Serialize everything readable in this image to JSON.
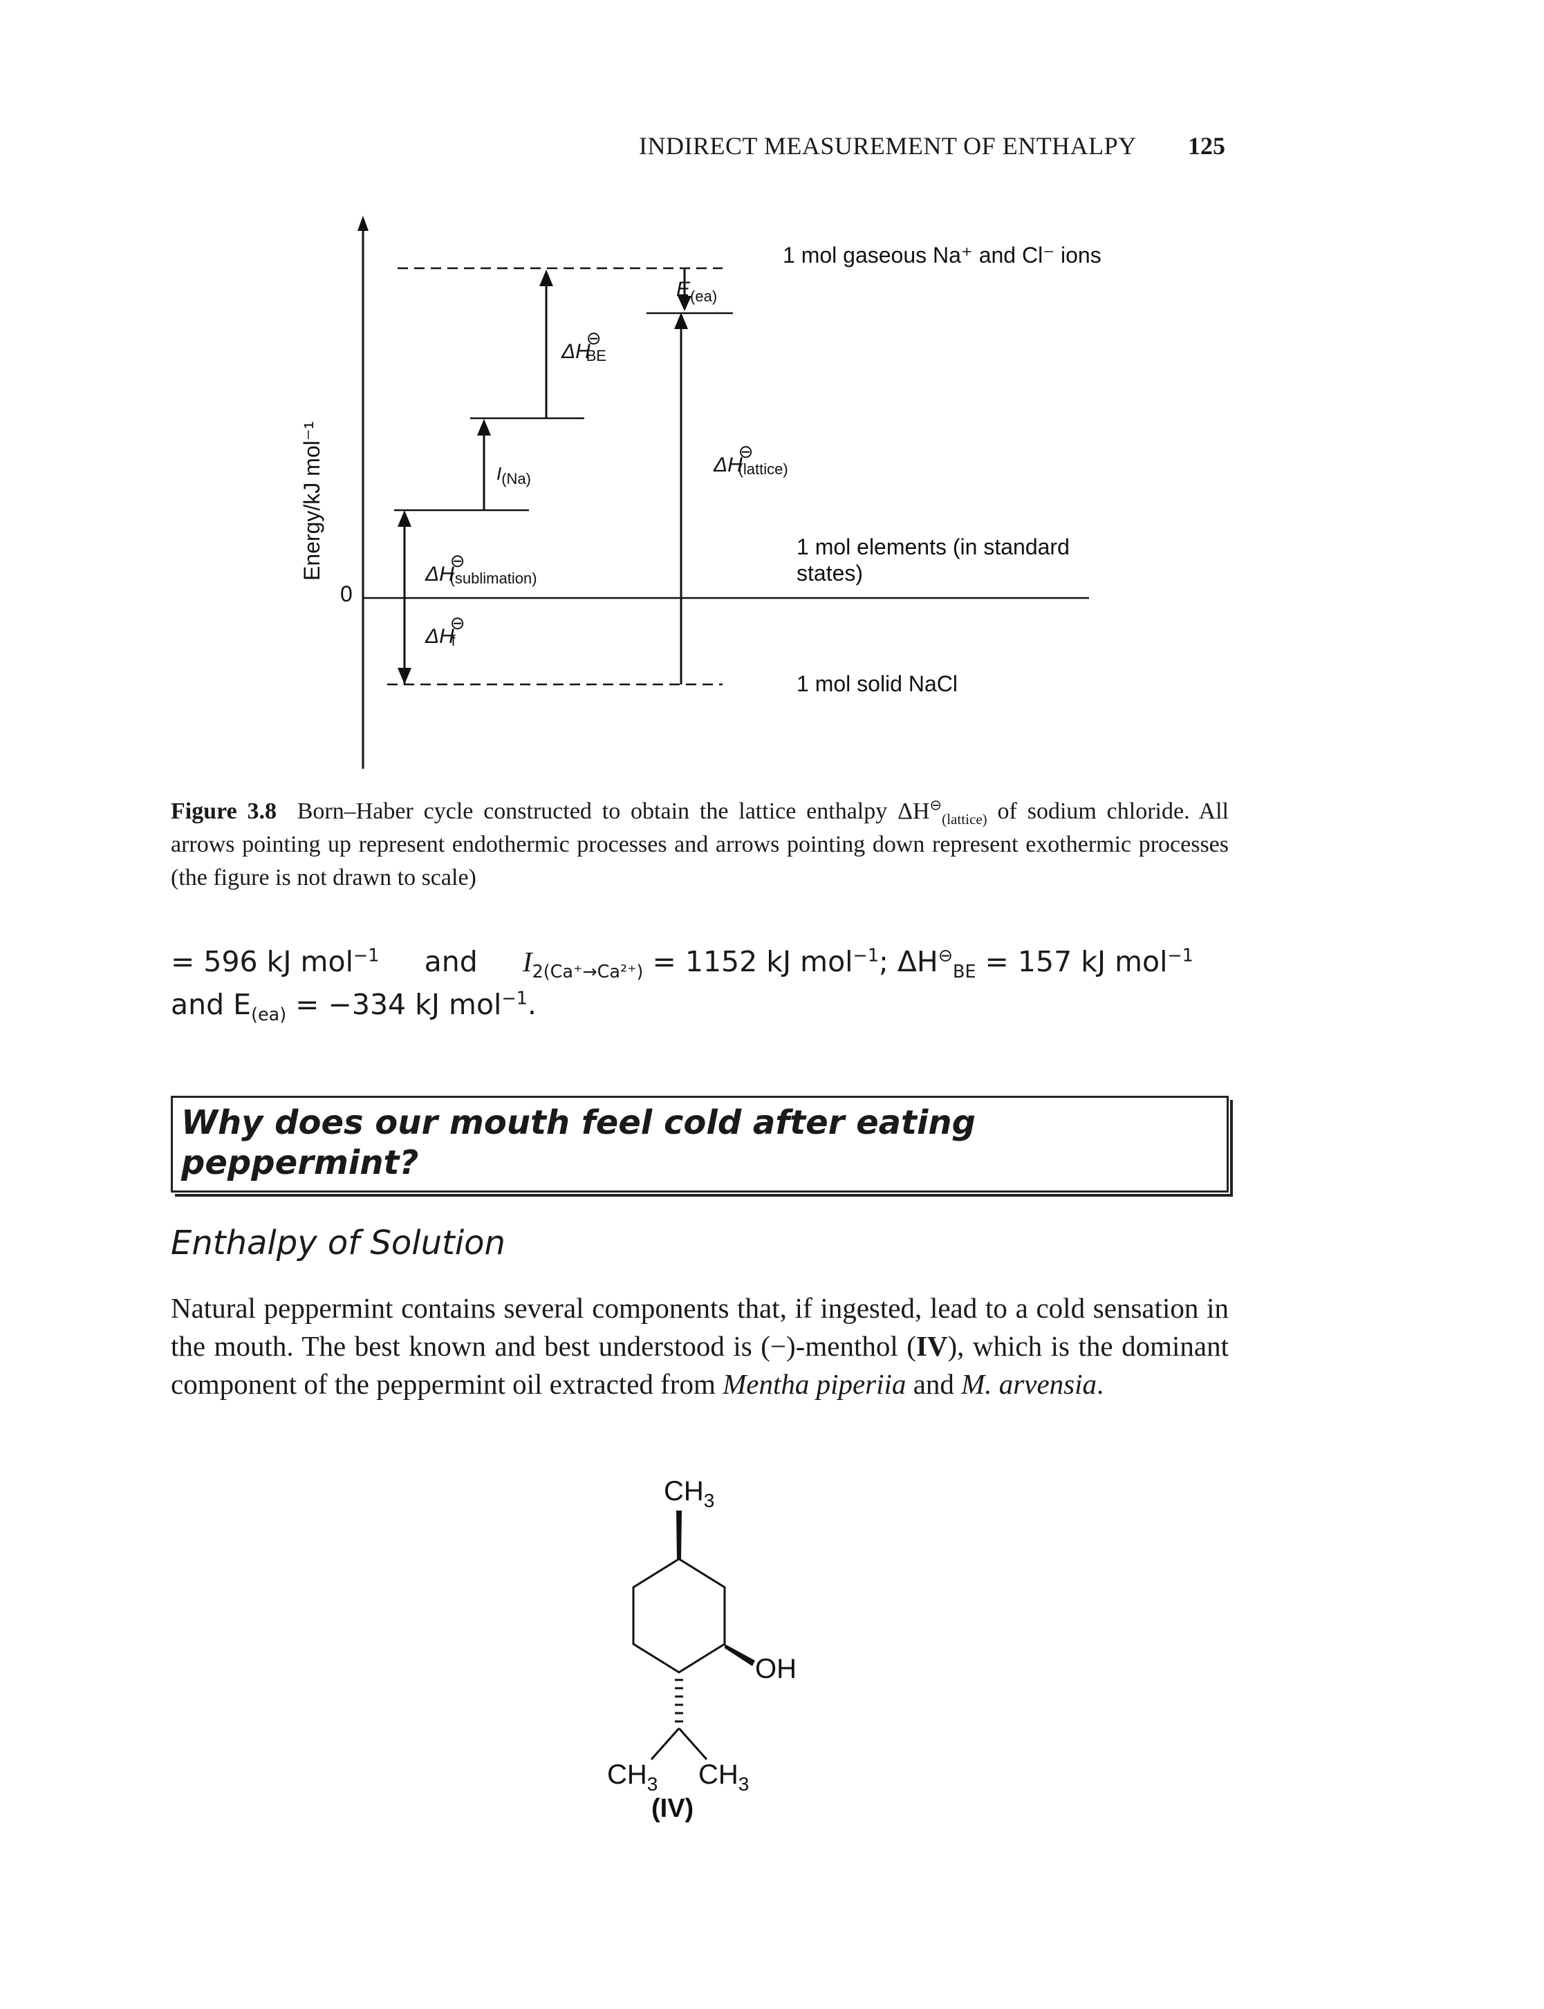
{
  "header": {
    "running_head": "INDIRECT MEASUREMENT OF ENTHALPY",
    "page_number": "125"
  },
  "figure": {
    "y_axis_label": "Energy/kJ mol⁻¹",
    "zero_label": "0",
    "levels": {
      "gaseous_ions": "1 mol gaseous Na⁺ and Cl⁻ ions",
      "elements_line1": "1 mol elements (in standard",
      "elements_line2": "states)",
      "solid": "1 mol solid NaCl"
    },
    "arrows": {
      "e_ea": {
        "main": "E",
        "sub": "(ea)"
      },
      "dh_be": {
        "main": "ΔH",
        "sup": "⊖",
        "sub": "BE"
      },
      "i_na": {
        "main": "I",
        "sub": "(Na)"
      },
      "dh_lattice": {
        "main": "ΔH",
        "sup": "⊖",
        "sub": "(lattice)"
      },
      "dh_sublimation": {
        "main": "ΔH",
        "sup": "⊖",
        "sub": "(sublimation)"
      },
      "dh_f": {
        "main": "ΔH",
        "sup": "⊖",
        "sub": "f"
      }
    }
  },
  "caption": {
    "label": "Figure 3.8",
    "text_1": "Born–Haber cycle constructed to obtain the lattice enthalpy ΔH",
    "sup": "⊖",
    "sub": "(lattice)",
    "text_2": " of sodium chloride. All arrows pointing up represent endothermic processes and arrows pointing down represent exothermic processes (the figure is not drawn to scale)"
  },
  "equations": {
    "e1": "= 596 kJ mol",
    "e1_exp": "−1",
    "and1": "and",
    "i2": "I",
    "i2_sub": "2(Ca⁺→Ca²⁺)",
    "e2": " = 1152 kJ mol",
    "e2_exp": "−1",
    "e2_tail": "; ΔH",
    "be_sup": "⊖",
    "be_sub": "BE",
    "e3": " = 157 kJ mol",
    "e3_exp": "−1",
    "line2_and": "and E",
    "ea_sub": "(ea)",
    "e4": " = −334 kJ mol",
    "e4_exp": "−1",
    "e4_end": "."
  },
  "question": "Why does our mouth feel cold after eating peppermint?",
  "section": {
    "heading": "Enthalpy of Solution"
  },
  "body": {
    "text_1": "Natural peppermint contains several components that, if ingested, lead to a cold sensation in the mouth. The best known and best understood is (−)-menthol (",
    "ref_bold": "IV",
    "text_2": "), which is the dominant component of the peppermint oil extracted from ",
    "species_1": "Mentha piperiia",
    "text_3": " and ",
    "species_2": "M. arvensia",
    "text_4": "."
  },
  "molecule": {
    "ch3_top": "CH3",
    "oh": "OH",
    "ch3_left": "CH3",
    "ch3_right": "CH3",
    "label": "(IV)"
  }
}
